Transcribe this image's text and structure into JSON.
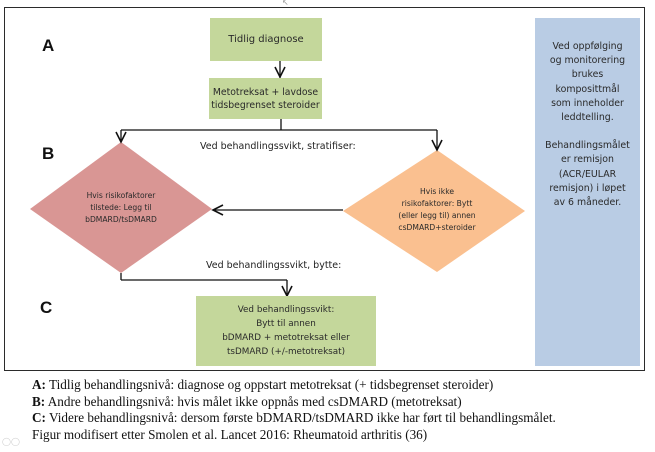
{
  "diagram": {
    "top_mark": "↖",
    "levels": {
      "a": "A",
      "b": "B",
      "c": "C"
    },
    "boxes": {
      "early_diagnosis": "Tidlig diagnose",
      "mtx_line1": "Metotreksat + lavdose",
      "mtx_line2": "tidsbegrenset steroider",
      "switch_lines": [
        "Ved behandlingssvikt:",
        "Bytt til annen",
        "bDMARD + metotreksat eller",
        "tsDMARD (+/-metotreksat)"
      ]
    },
    "diamonds": {
      "risk_present": [
        "Hvis risikofaktorer",
        "tilstede: Legg til",
        "bDMARD/tsDMARD"
      ],
      "no_risk": [
        "Hvis ikke",
        "risikofaktorer: Bytt",
        "(eller legg til) annen",
        "csDMARD+steroider"
      ]
    },
    "edge_labels": {
      "stratify": "Ved behandlingssvikt, stratifiser:",
      "switch": "Ved behandlingssvikt, bytte:"
    },
    "side_panel": {
      "paragraph1": [
        "Ved oppfølging",
        "og monitorering",
        "brukes",
        "komposittmål",
        "som inneholder",
        "leddtelling."
      ],
      "paragraph2": [
        "Behandlingsmålet",
        "er remisjon",
        "(ACR/EULAR",
        "remisjon) i løpet",
        "av 6 måneder."
      ]
    },
    "colors": {
      "green_box": "#c4d79b",
      "red_diamond": "#d99694",
      "orange_diamond": "#fac090",
      "blue_panel": "#b9cce4"
    }
  },
  "caption": {
    "a_key": "A:",
    "a_text": " Tidlig behandlingsnivå: diagnose og oppstart metotreksat (+ tidsbegrenset steroider)",
    "b_key": "B:",
    "b_text": " Andre behandlingsnivå: hvis målet ikke oppnås med csDMARD (metotreksat)",
    "c_key": "C:",
    "c_text": " Videre behandlingsnivå: dersom første bDMARD/tsDMARD ikke har ført til behandlingsmålet.",
    "source": "Figur modifisert etter Smolen et al. Lancet 2016: Rheumatoid arthritis (36)"
  }
}
